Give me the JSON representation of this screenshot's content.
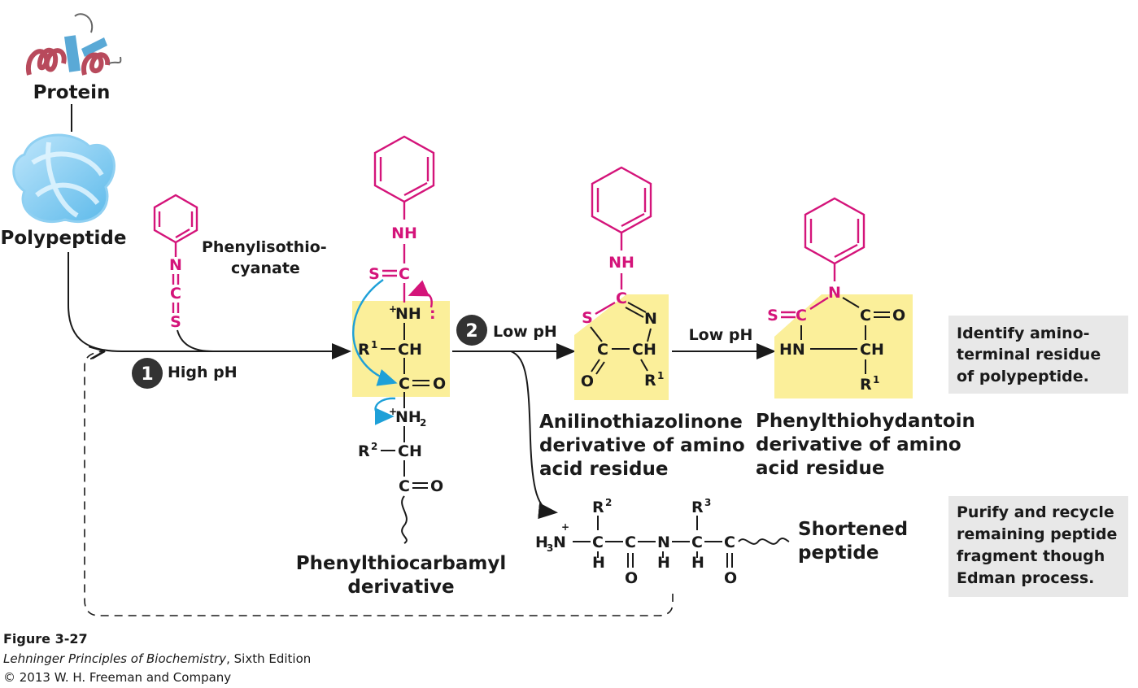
{
  "labels": {
    "protein": "Protein",
    "polypeptide": "Polypeptide",
    "phenylisothio_1": "Phenylisothio-",
    "phenylisothio_2": "cyanate",
    "step1_num": "1",
    "step1_label": "High pH",
    "step2_num": "2",
    "step2_label": "Low pH",
    "low_ph_2": "Low pH",
    "ptc_1": "Phenylthiocarbamyl",
    "ptc_2": "derivative",
    "atz_1": "Anilinothiazolinone",
    "atz_2": "derivative of amino",
    "atz_3": "acid residue",
    "pth_1": "Phenylthiohydantoin",
    "pth_2": "derivative of amino",
    "pth_3": "acid residue",
    "short_1": "Shortened",
    "short_2": "peptide"
  },
  "notes": {
    "identify": [
      "Identify amino-",
      "terminal residue",
      "of polypeptide."
    ],
    "purify": [
      "Purify and recycle",
      "remaining peptide",
      "fragment though",
      "Edman process."
    ]
  },
  "atoms": {
    "N": "N",
    "C": "C",
    "S": "S",
    "O": "O",
    "NH": "NH",
    "HN": "HN",
    "H": "H",
    "CH": "CH",
    "R": "R",
    "NH2": "NH",
    "sub2": "2",
    "H3N": "H",
    "sub3": "3",
    "N3": "N",
    "plus": "+",
    "r1": "1",
    "r2": "2",
    "r3": "3",
    "eq": "=",
    "dots": ":"
  },
  "caption": {
    "figure": "Figure 3-27",
    "book": "Lehninger Principles of Biochemistry",
    "edition": ", Sixth Edition",
    "copyright": "© 2013 W. H. Freeman and Company"
  },
  "colors": {
    "reagent": "#d4147a",
    "highlight": "#fbef9a",
    "arrow_blue": "#1ea0d8",
    "note_bg": "#e8e8e8",
    "step_circle": "#333333"
  }
}
